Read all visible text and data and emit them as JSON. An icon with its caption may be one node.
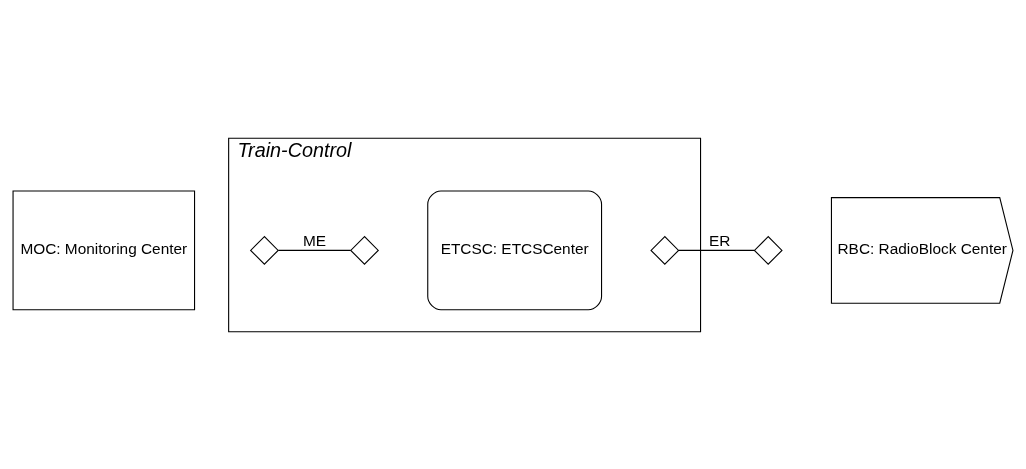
{
  "diagram": {
    "nodes": [
      {
        "text": [
          "Train-Control"
        ]
      },
      {
        "text": [
          "MOC: Monitoring Center"
        ]
      },
      {
        "text": [],
        "shape": "diamond",
        "in": 0
      },
      {
        "text": [],
        "shape": "diamond",
        "in": 0
      },
      {
        "text": [
          "ETCSC: ETCSCenter"
        ],
        "in": 0
      },
      {
        "text": [],
        "shape": "diamond",
        "in": 0
      },
      {
        "text": [],
        "shape": "diamond"
      },
      {
        "text": [
          "RBC: RadioBlock Center"
        ]
      }
    ],
    "edges": [
      {
        "from": 2,
        "to": 3,
        "arrow": "none",
        "label": "ME"
      },
      {
        "from": 5,
        "to": 6,
        "arrow": "none",
        "label": "ER"
      }
    ]
  }
}
